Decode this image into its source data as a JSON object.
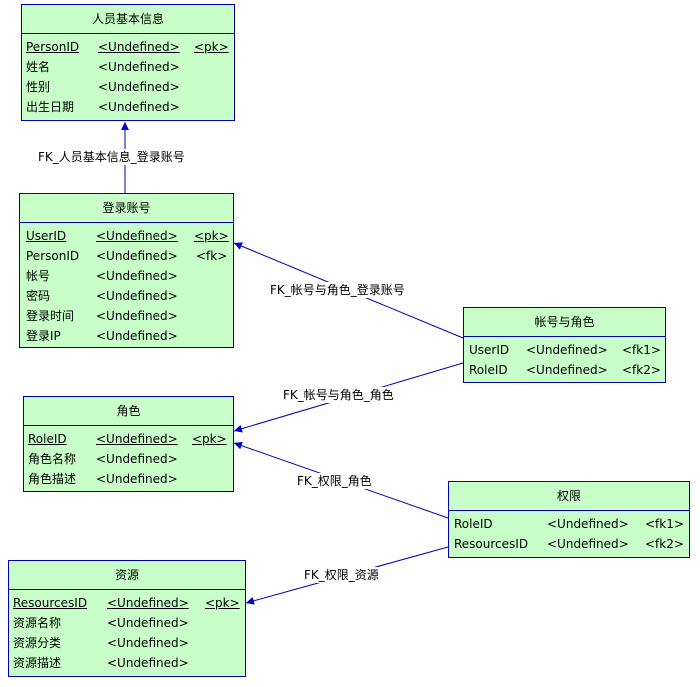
{
  "entities": {
    "person": {
      "title": "人员基本信息",
      "rows": [
        {
          "name": "PersonID",
          "type": "<Undefined>",
          "key": "<pk>"
        },
        {
          "name": "姓名",
          "type": "<Undefined>",
          "key": ""
        },
        {
          "name": "性别",
          "type": "<Undefined>",
          "key": ""
        },
        {
          "name": "出生日期",
          "type": "<Undefined>",
          "key": ""
        }
      ]
    },
    "login": {
      "title": "登录账号",
      "rows": [
        {
          "name": "UserID",
          "type": "<Undefined>",
          "key": "<pk>"
        },
        {
          "name": "PersonID",
          "type": "<Undefined>",
          "key": "<fk>"
        },
        {
          "name": "帐号",
          "type": "<Undefined>",
          "key": ""
        },
        {
          "name": "密码",
          "type": "<Undefined>",
          "key": ""
        },
        {
          "name": "登录时间",
          "type": "<Undefined>",
          "key": ""
        },
        {
          "name": "登录IP",
          "type": "<Undefined>",
          "key": ""
        }
      ]
    },
    "account_role": {
      "title": "帐号与角色",
      "rows": [
        {
          "name": "UserID",
          "type": "<Undefined>",
          "key": "<fk1>"
        },
        {
          "name": "RoleID",
          "type": "<Undefined>",
          "key": "<fk2>"
        }
      ]
    },
    "role": {
      "title": "角色",
      "rows": [
        {
          "name": "RoleID",
          "type": "<Undefined>",
          "key": "<pk>"
        },
        {
          "name": "角色名称",
          "type": "<Undefined>",
          "key": ""
        },
        {
          "name": "角色描述",
          "type": "<Undefined>",
          "key": ""
        }
      ]
    },
    "permission": {
      "title": "权限",
      "rows": [
        {
          "name": "RoleID",
          "type": "<Undefined>",
          "key": "<fk1>"
        },
        {
          "name": "ResourcesID",
          "type": "<Undefined>",
          "key": "<fk2>"
        }
      ]
    },
    "resource": {
      "title": "资源",
      "rows": [
        {
          "name": "ResourcesID",
          "type": "<Undefined>",
          "key": "<pk>"
        },
        {
          "name": "资源名称",
          "type": "<Undefined>",
          "key": ""
        },
        {
          "name": "资源分类",
          "type": "<Undefined>",
          "key": ""
        },
        {
          "name": "资源描述",
          "type": "<Undefined>",
          "key": ""
        }
      ]
    }
  },
  "relations": {
    "person_login": "FK_人员基本信息_登录账号",
    "login_account_role": "FK_帐号与角色_登录账号",
    "role_account_role": "FK_帐号与角色_角色",
    "role_permission": "FK_权限_角色",
    "resource_permission": "FK_权限_资源"
  },
  "colors": {
    "entity_fill": "#c8ffc8",
    "line": "#0000b0"
  }
}
